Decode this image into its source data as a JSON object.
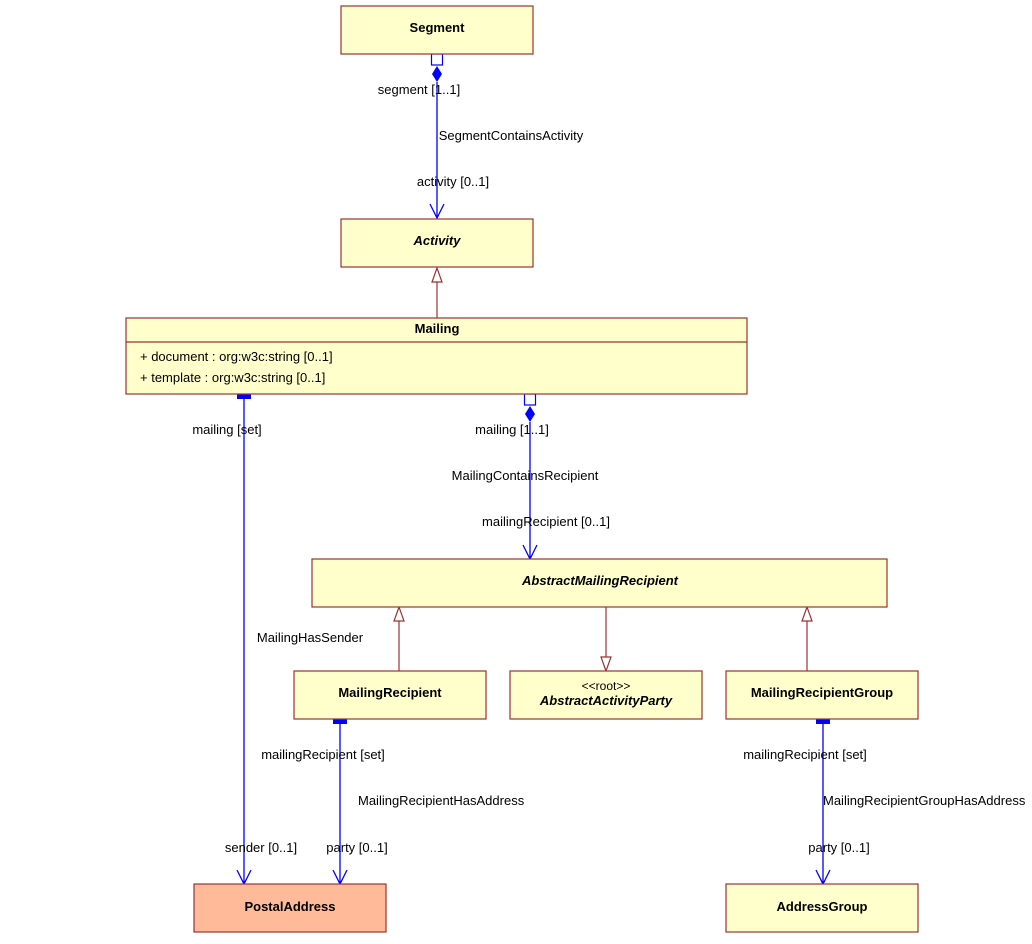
{
  "classes": {
    "segment": {
      "name": "Segment"
    },
    "activity": {
      "name": "Activity"
    },
    "mailing": {
      "name": "Mailing",
      "attributes": [
        "+ document : org:w3c:string [0..1]",
        "+ template : org:w3c:string [0..1]"
      ]
    },
    "abstract_mailing_recipient": {
      "name": "AbstractMailingRecipient"
    },
    "mailing_recipient": {
      "name": "MailingRecipient"
    },
    "abstract_activity_party": {
      "stereotype": "<<root>>",
      "name": "AbstractActivityParty"
    },
    "mailing_recipient_group": {
      "name": "MailingRecipientGroup"
    },
    "postal_address": {
      "name": "PostalAddress"
    },
    "address_group": {
      "name": "AddressGroup"
    }
  },
  "associations": {
    "segment_contains_activity": {
      "name": "SegmentContainsActivity",
      "source_role": "segment [1..1]",
      "target_role": "activity [0..1]"
    },
    "mailing_contains_recipient": {
      "name": "MailingContainsRecipient",
      "source_role": "mailing [1..1]",
      "target_role": "mailingRecipient [0..1]"
    },
    "mailing_has_sender": {
      "name": "MailingHasSender",
      "source_role": "mailing [set]",
      "target_role": "sender [0..1]"
    },
    "mailing_recipient_has_address": {
      "name": "MailingRecipientHasAddress",
      "source_role": "mailingRecipient [set]",
      "target_role": "party [0..1]"
    },
    "mailing_recipient_group_has_address": {
      "name": "MailingRecipientGroupHasAddress",
      "source_role": "mailingRecipient [set]",
      "target_role": "party [0..1]"
    }
  },
  "colors": {
    "class_fill": "#ffffcc",
    "class_border": "#993333",
    "external_class_fill": "#ffbb99",
    "association_line": "#0000ff",
    "generalization_line": "#993333"
  }
}
